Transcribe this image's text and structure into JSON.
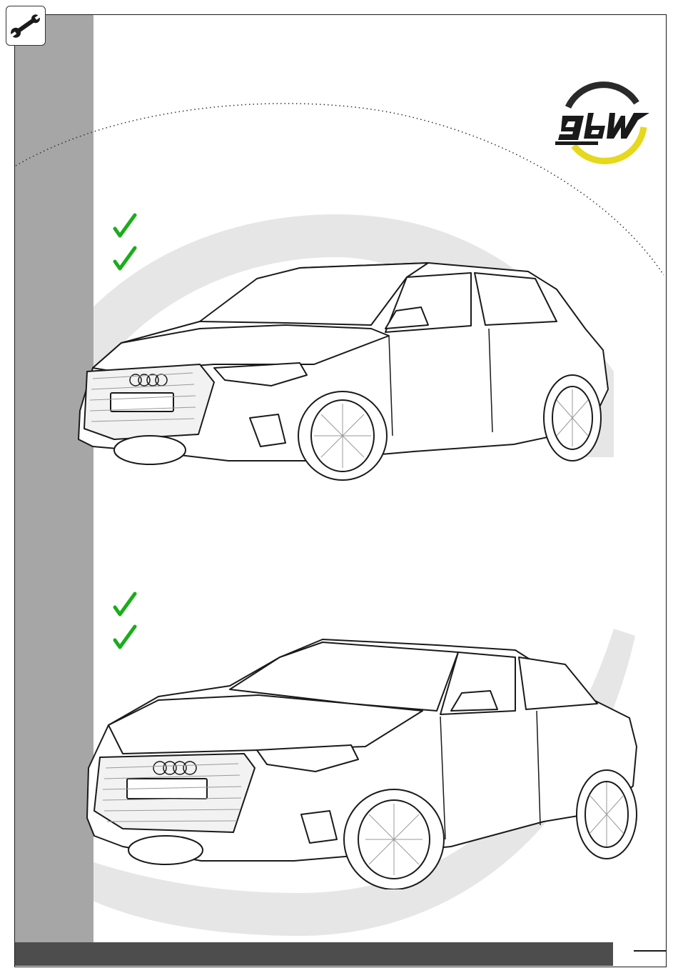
{
  "header": {
    "tool_icon": "wrench-icon",
    "brand_logo": "gdw-logo"
  },
  "sections": [
    {
      "name": "hatchback",
      "vehicle_icon": "hatchback-car-drawing",
      "checks": [
        "check-icon",
        "check-icon"
      ]
    },
    {
      "name": "sedan",
      "vehicle_icon": "sedan-car-drawing",
      "checks": [
        "check-icon",
        "check-icon"
      ]
    }
  ],
  "colors": {
    "check": "#1aad1a",
    "sidebar": "#a6a6a6",
    "footer_bar": "#4d4d4d",
    "logo_yellow": "#e6d81a",
    "logo_dark": "#2a2a2a",
    "swoosh": "#e6e6e6"
  }
}
